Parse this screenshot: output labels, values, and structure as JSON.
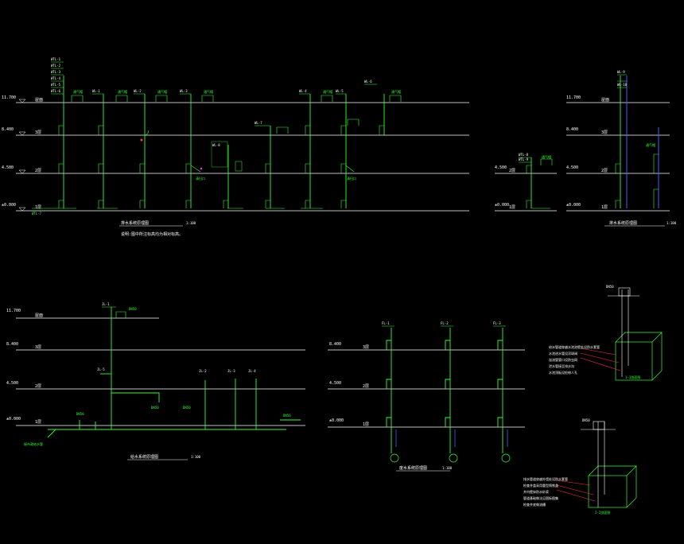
{
  "colors": {
    "background": "#000000",
    "floor_line": "#ffffff",
    "pipe": "#33ff33",
    "riser_blue": "#3366ff",
    "leader_red": "#ff3333",
    "accent_magenta": "#ff33ff"
  },
  "levels": {
    "roof_elev": "11.700",
    "third_elev": "8.400",
    "second_elev": "4.500",
    "ground_elev": "±0.000",
    "roof": "屋面",
    "third": "3层",
    "second": "2层",
    "first": "1层"
  },
  "diagram1": {
    "riser_tags": [
      "WL-1",
      "WL-2",
      "WL-3",
      "WL-4",
      "WL-5",
      "WL-6",
      "WL-7",
      "WL-8"
    ],
    "stack_tags": [
      "WTL-1",
      "WTL-2",
      "WTL-3",
      "WTL-4",
      "WTL-5",
      "WTL-6",
      "WTL-7"
    ],
    "vent_label": "通气帽",
    "fixture_label": "清扫口",
    "title": "排水系统原理图",
    "scale": "1:100",
    "note": "说明:图中所注标高均为相对标高。"
  },
  "diagram2": {
    "tags": [
      "WTL-8",
      "WTL-9",
      "WL-9",
      "WL-10"
    ],
    "title": "排水系统原理图",
    "scale": "1:100"
  },
  "diagram3": {
    "top_tag": "JL-1",
    "branch_tags": [
      "JL-2",
      "JL-3",
      "JL-4",
      "JL-5"
    ],
    "valve_tag": "DN50",
    "title": "给水系统原理图",
    "scale": "1:100",
    "inlet_label": "接市政给水管"
  },
  "diagram4": {
    "tags": [
      "FL-1",
      "FL-2",
      "FL-3"
    ],
    "title": "废水系统原理图",
    "scale": "1:100"
  },
  "detail1": {
    "title": "1-1剖面图",
    "notes": [
      "给水管道穿越水池池壁处设防水套管",
      "水池进水管设浮球阀",
      "溢流管管口设防虫网",
      "泄水管接至排水沟",
      "水池顶板设检修人孔"
    ]
  },
  "detail2": {
    "title": "2-2剖面图",
    "notes": [
      "排水管道穿越外墙处设防水套管",
      "检查井盖采用重型铸铁盖",
      "井内壁抹防水砂浆",
      "管道基础做法见国标图集",
      "检查井底做流槽"
    ]
  }
}
